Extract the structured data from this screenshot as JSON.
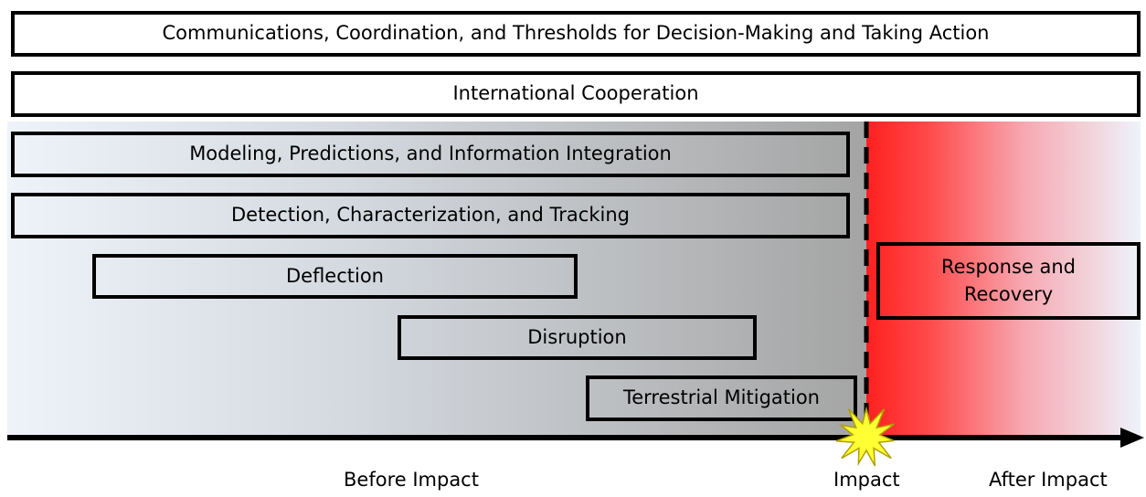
{
  "boxes": {
    "communications": "Communications, Coordination, and Thresholds for Decision-Making and Taking Action",
    "international": "International Cooperation",
    "modeling": "Modeling, Predictions, and Information Integration",
    "detection": "Detection, Characterization, and Tracking",
    "deflection": "Deflection",
    "disruption": "Disruption",
    "terrestrial": "Terrestrial Mitigation",
    "response": "Response and Recovery"
  },
  "timeline": {
    "before": "Before Impact",
    "impact": "Impact",
    "after": "After Impact"
  },
  "colors": {
    "before_start": "#eef3fa",
    "before_end": "#a4a4a4",
    "after_start": "#ff2020",
    "after_end": "#eef3fa",
    "burst_fill": "#ffff33",
    "burst_stroke": "#b0a000"
  }
}
